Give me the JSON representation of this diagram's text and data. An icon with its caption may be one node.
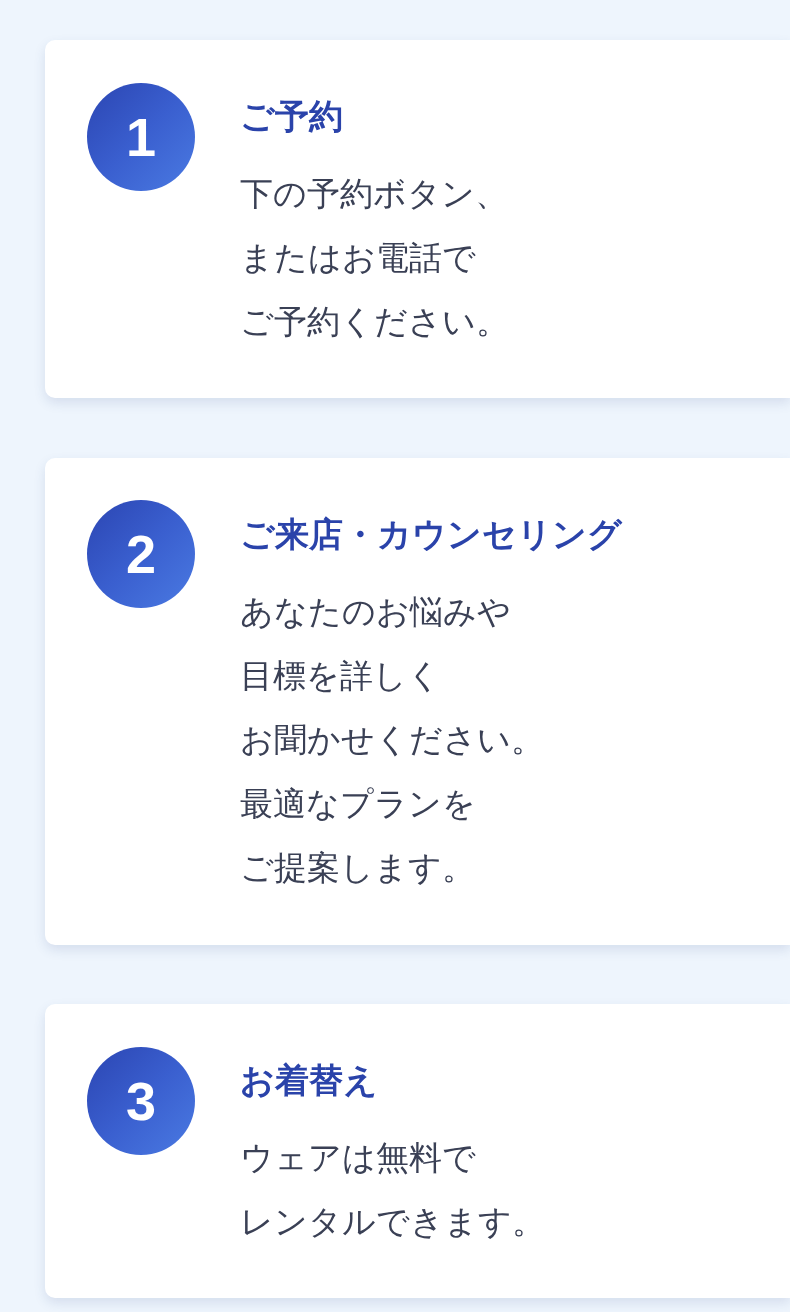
{
  "diagram": {
    "nodes": [
      {
        "text": [
          "ご予約",
          "下の予約ボタン、またはお電話でご予約ください。"
        ]
      },
      {
        "text": [
          "1"
        ],
        "in": 0
      },
      {
        "text": [
          "ご来店・カウンセリング",
          "あなたのお悩みや目標を詳しくお聞かせください。最適なプランをご提案します。"
        ]
      },
      {
        "text": [
          "2"
        ],
        "in": 2
      },
      {
        "text": [
          "お着替え",
          "ウェアは無料でレンタルできます。"
        ]
      },
      {
        "text": [
          "3"
        ],
        "in": 4
      }
    ]
  }
}
